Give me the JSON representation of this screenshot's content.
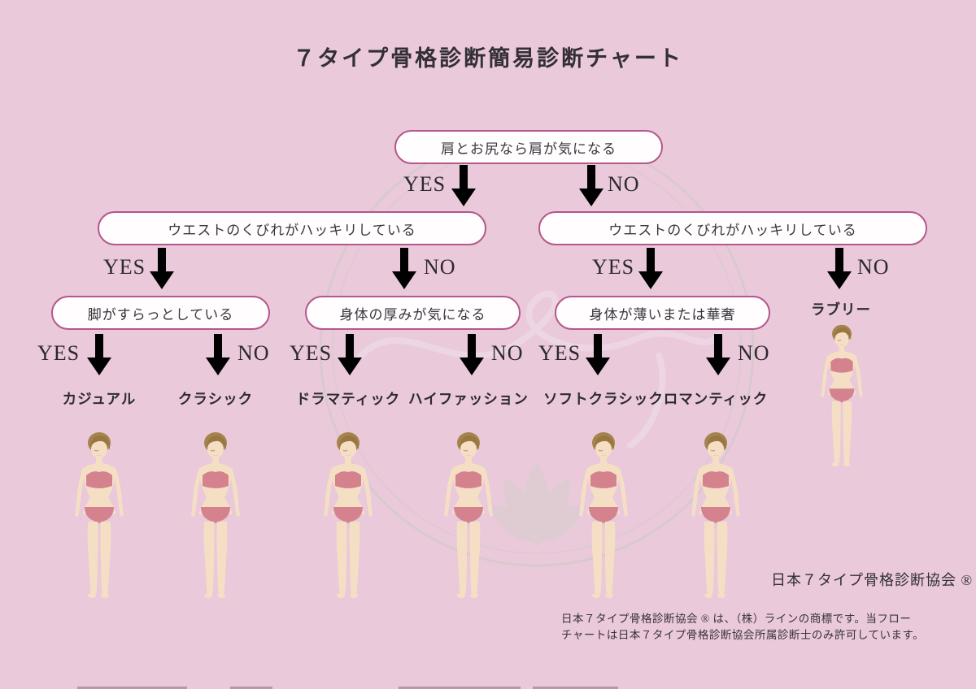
{
  "title": "７タイプ骨格診断簡易診断チャート",
  "labels": {
    "yes": "YES",
    "no": "NO"
  },
  "colors": {
    "background": "#e9c9da",
    "box_fill": "#fffdfe",
    "box_border": "#b5568c",
    "yes_arrow": "#a23a72",
    "no_arrow": "#3f9fb0",
    "arrow_outline": "#f3dcea",
    "text": "#332f38",
    "skin": "#f5dfc4",
    "hair": "#a5834f",
    "hair_dark": "#997741",
    "bikini": "#d5828f"
  },
  "questions": {
    "q1": "肩とお尻なら肩が気になる",
    "q2_left": "ウエストのくびれがハッキリしている",
    "q2_right": "ウエストのくびれがハッキリしている",
    "q3_left": "脚がすらっとしている",
    "q3_middle": "身体の厚みが気になる",
    "q3_right": "身体が薄いまたは華奢"
  },
  "results": {
    "casual": "カジュアル",
    "classic": "クラシック",
    "dramatic": "ドラマティック",
    "high_fashion": "ハイファッション",
    "soft_classic": "ソフトクラシック",
    "romantic": "ロマンティック",
    "lovely": "ラブリー"
  },
  "footer": {
    "association": "日本７タイプ骨格診断協会 ®",
    "note_line1": "日本７タイプ骨格診断協会 ® は、（株）ラインの商標です。当フロー",
    "note_line2": "チャートは日本７タイプ骨格診断協会所属診断士のみ許可しています。"
  }
}
